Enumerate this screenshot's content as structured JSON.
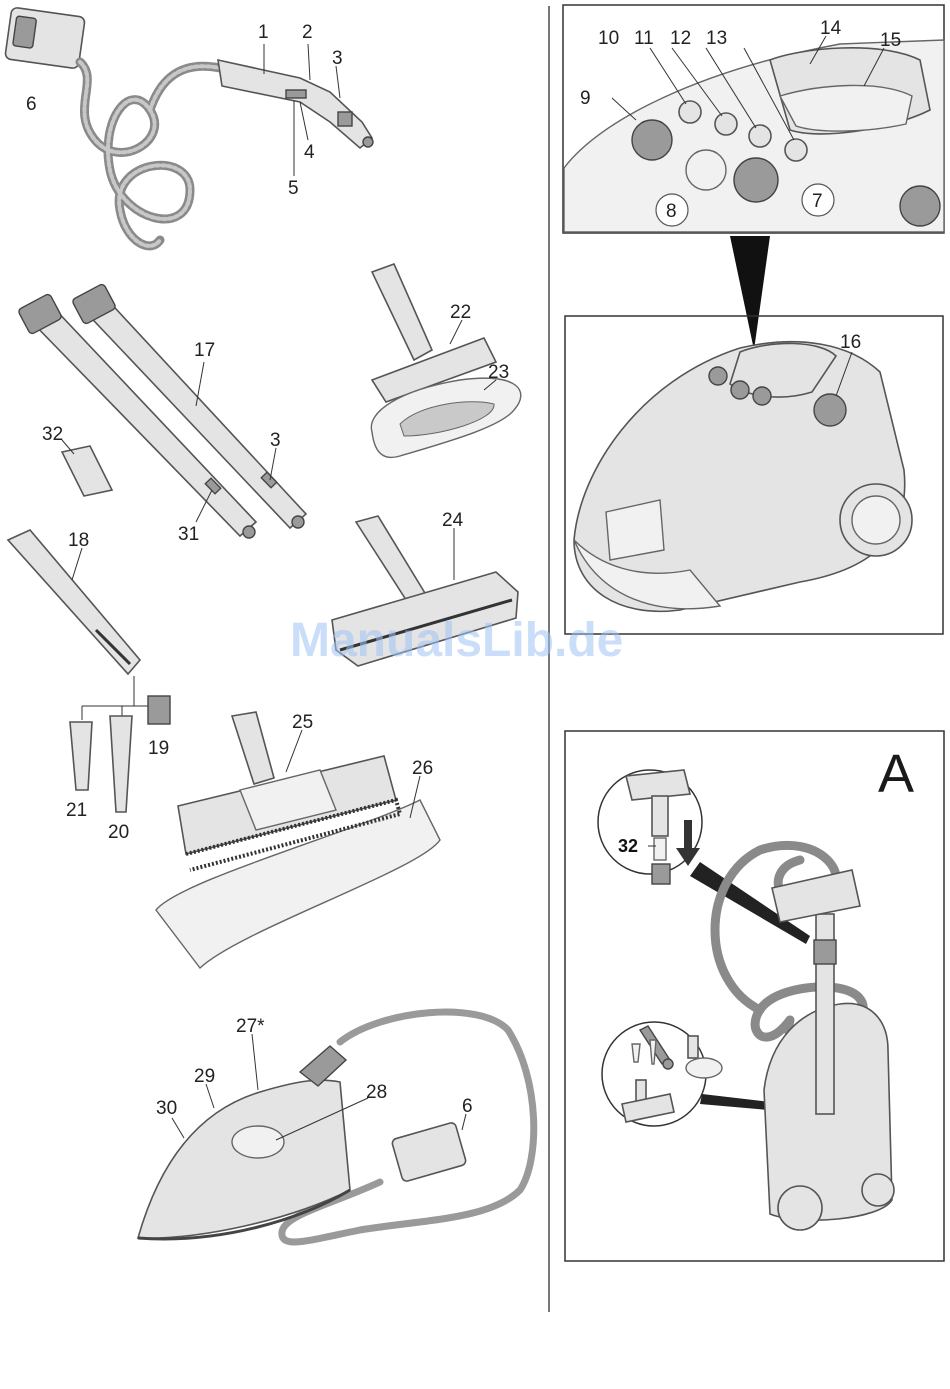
{
  "watermark": "ManualsLib.de",
  "callouts": {
    "c1": "1",
    "c2": "2",
    "c3": "3",
    "c4": "4",
    "c5": "5",
    "c6": "6",
    "c3b": "3",
    "c17": "17",
    "c31": "31",
    "c32": "32",
    "c18": "18",
    "c19": "19",
    "c20": "20",
    "c21": "21",
    "c22": "22",
    "c23": "23",
    "c24": "24",
    "c25": "25",
    "c26": "26",
    "c27": "27*",
    "c28": "28",
    "c29": "29",
    "c30": "30",
    "c6b": "6",
    "c7": "7",
    "c8": "8",
    "c9": "9",
    "c10": "10",
    "c11": "11",
    "c12": "12",
    "c13": "13",
    "c14": "14",
    "c15": "15",
    "c16": "16",
    "c32b": "32"
  },
  "panel_a_label": "A"
}
